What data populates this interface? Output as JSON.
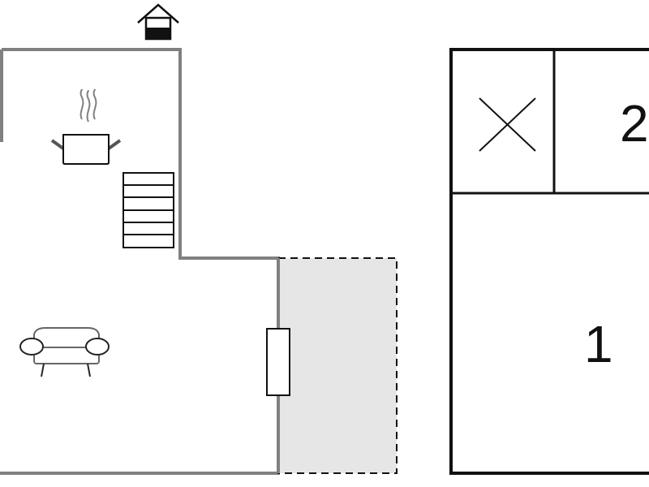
{
  "floor_plan": {
    "colors": {
      "wall": "#808080",
      "outline": "#111111",
      "terrace_fill": "#e6e6e6",
      "icon": "#222222",
      "icon_gray": "#666666"
    },
    "icons": [
      "house-entrance-icon",
      "cooking-pot-icon",
      "staircase-icon",
      "sofa-icon",
      "door-icon",
      "cross-mark-icon"
    ],
    "rooms": [
      {
        "name": "room-2",
        "label": "2"
      },
      {
        "name": "room-1",
        "label": "1"
      }
    ]
  }
}
